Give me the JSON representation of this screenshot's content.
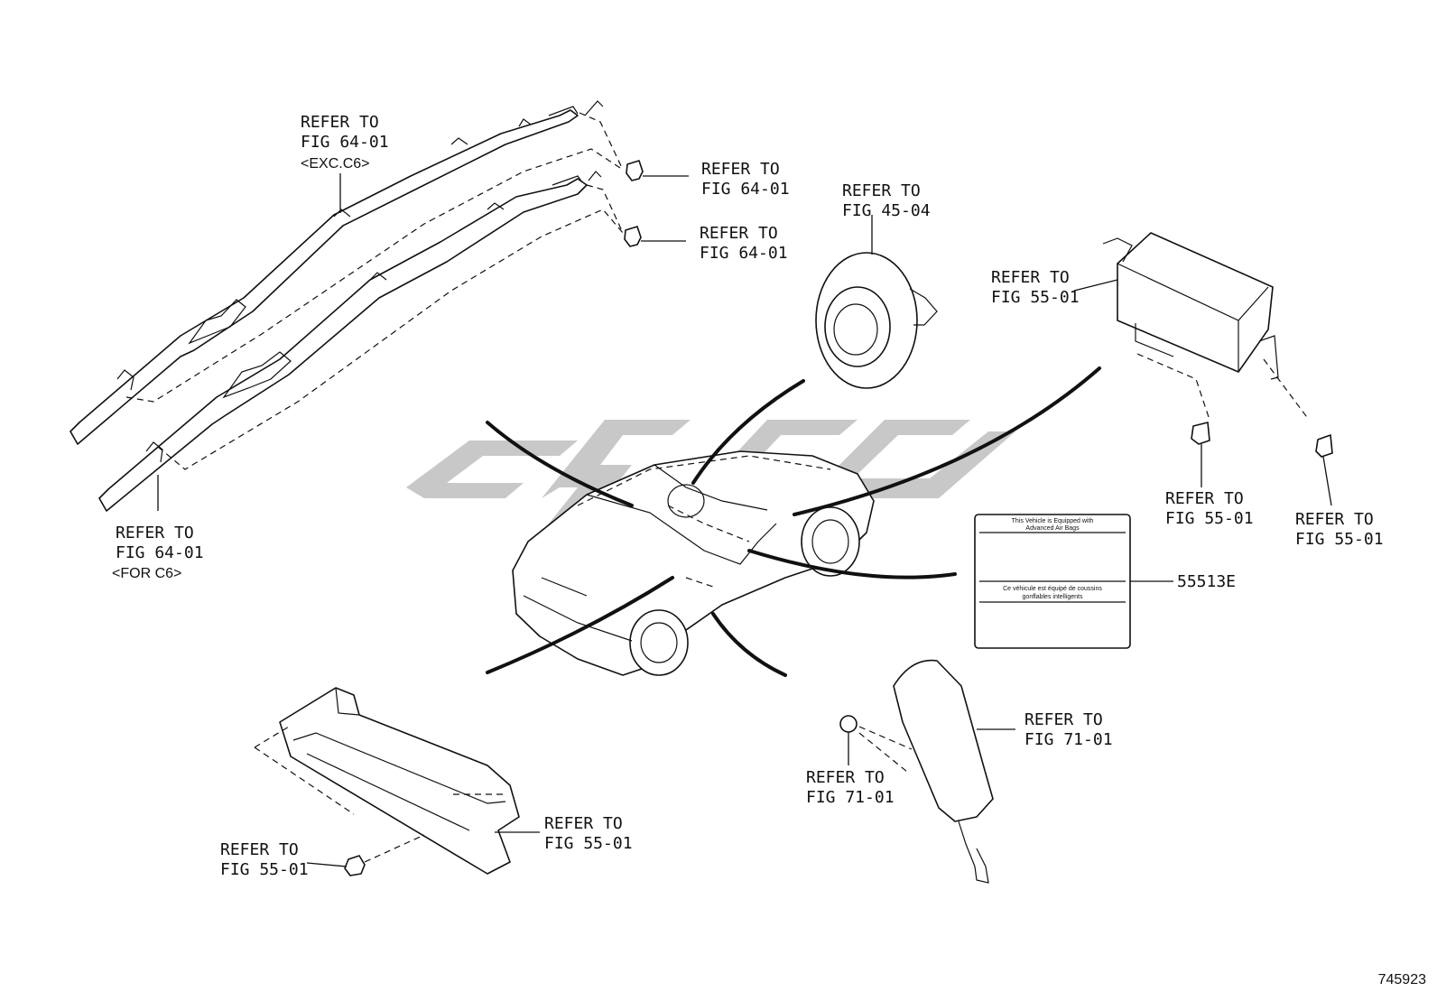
{
  "diagram": {
    "labels": {
      "curtain_upper_l1": "REFER TO",
      "curtain_upper_l2": "FIG 64-01",
      "curtain_upper_note": "<EXC.C6>",
      "clip_upper_l1": "REFER TO",
      "clip_upper_l2": "FIG 64-01",
      "clip_lower_l1": "REFER TO",
      "clip_lower_l2": "FIG 64-01",
      "curtain_lower_l1": "REFER TO",
      "curtain_lower_l2": "FIG 64-01",
      "curtain_lower_note": "<FOR C6>",
      "steering_pad_l1": "REFER TO",
      "steering_pad_l2": "FIG 45-04",
      "passenger_bag_l1": "REFER TO",
      "passenger_bag_l2": "FIG 55-01",
      "bolt_left_l1": "REFER TO",
      "bolt_left_l2": "FIG 55-01",
      "bolt_right_l1": "REFER TO",
      "bolt_right_l2": "FIG 55-01",
      "knee_bag_l1": "REFER TO",
      "knee_bag_l2": "FIG 55-01",
      "knee_nut_l1": "REFER TO",
      "knee_nut_l2": "FIG 55-01",
      "seat_bag_l1": "REFER TO",
      "seat_bag_l2": "FIG 71-01",
      "seat_nut_l1": "REFER TO",
      "seat_nut_l2": "FIG 71-01",
      "part_number": "55513E",
      "caution_label_en_l1": "This Vehicle is Equipped with",
      "caution_label_en_l2": "Advanced Air Bags",
      "caution_label_fr_l1": "Ce véhicule est équipé de coussins",
      "caution_label_fr_l2": "gonflables intelligents",
      "figure_number": "745923"
    },
    "colors": {
      "line": "#111111",
      "watermark": "#c8c8c8",
      "background": "#ffffff"
    }
  }
}
